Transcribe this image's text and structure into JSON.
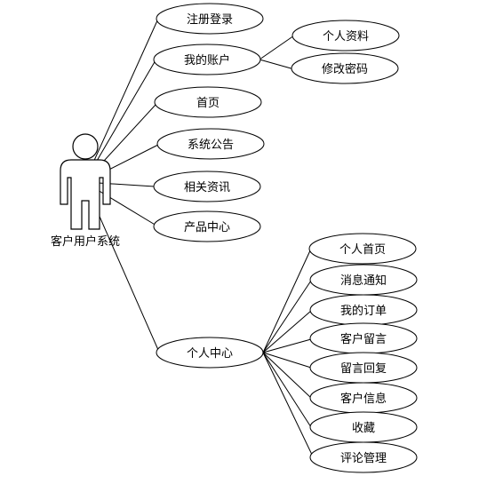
{
  "actor": {
    "label": "客户用户系统"
  },
  "use_cases": {
    "register_login": "注册登录",
    "my_account": "我的账户",
    "personal_info": "个人资料",
    "change_password": "修改密码",
    "home": "首页",
    "announcement": "系统公告",
    "related_news": "相关资讯",
    "product_center": "产品中心",
    "personal_center": "个人中心",
    "personal_home": "个人首页",
    "message_notice": "消息通知",
    "my_orders": "我的订单",
    "customer_message": "客户留言",
    "message_reply": "留言回复",
    "customer_info": "客户信息",
    "favorites": "收藏",
    "review_management": "评论管理"
  }
}
